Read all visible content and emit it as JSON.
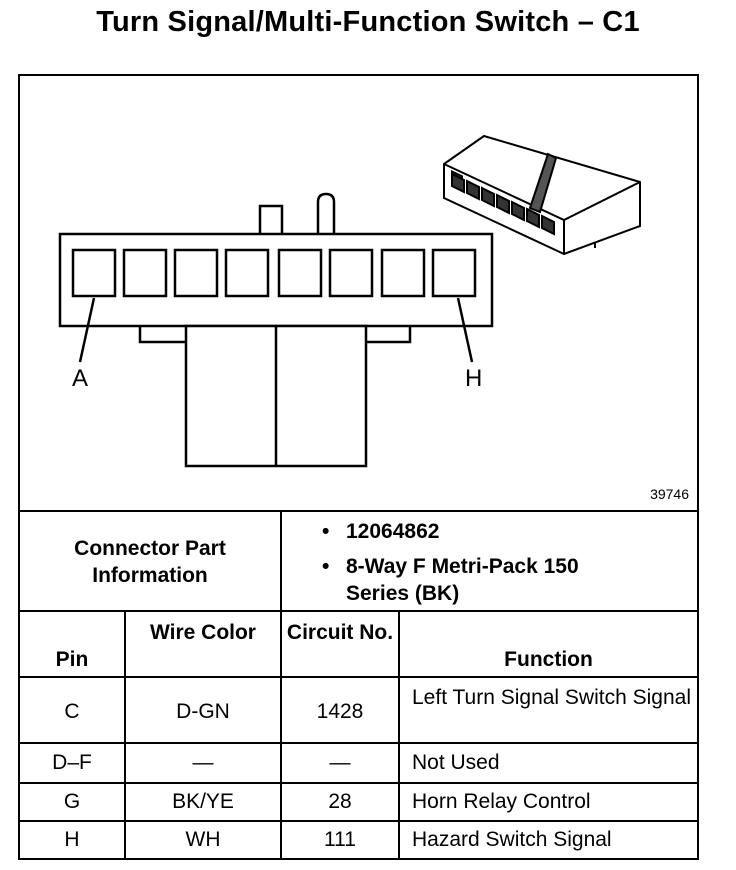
{
  "title": "Turn Signal/Multi-Function Switch – C1",
  "diagram": {
    "label_left": "A",
    "label_right": "H",
    "figure_number": "39746"
  },
  "connector_info": {
    "label": "Connector Part Information",
    "items": [
      "12064862",
      "8-Way F Metri-Pack 150 Series (BK)"
    ]
  },
  "table": {
    "headers": {
      "pin": "Pin",
      "wire_color": "Wire Color",
      "circuit_no": "Circuit No.",
      "function": "Function"
    },
    "rows": [
      {
        "pin": "C",
        "wire_color": "D-GN",
        "circuit_no": "1428",
        "function": "Left Turn Signal Switch Signal"
      },
      {
        "pin": "D–F",
        "wire_color": "—",
        "circuit_no": "—",
        "function": "Not Used"
      },
      {
        "pin": "G",
        "wire_color": "BK/YE",
        "circuit_no": "28",
        "function": "Horn Relay Control"
      },
      {
        "pin": "H",
        "wire_color": "WH",
        "circuit_no": "111",
        "function": "Hazard Switch Signal"
      }
    ]
  }
}
